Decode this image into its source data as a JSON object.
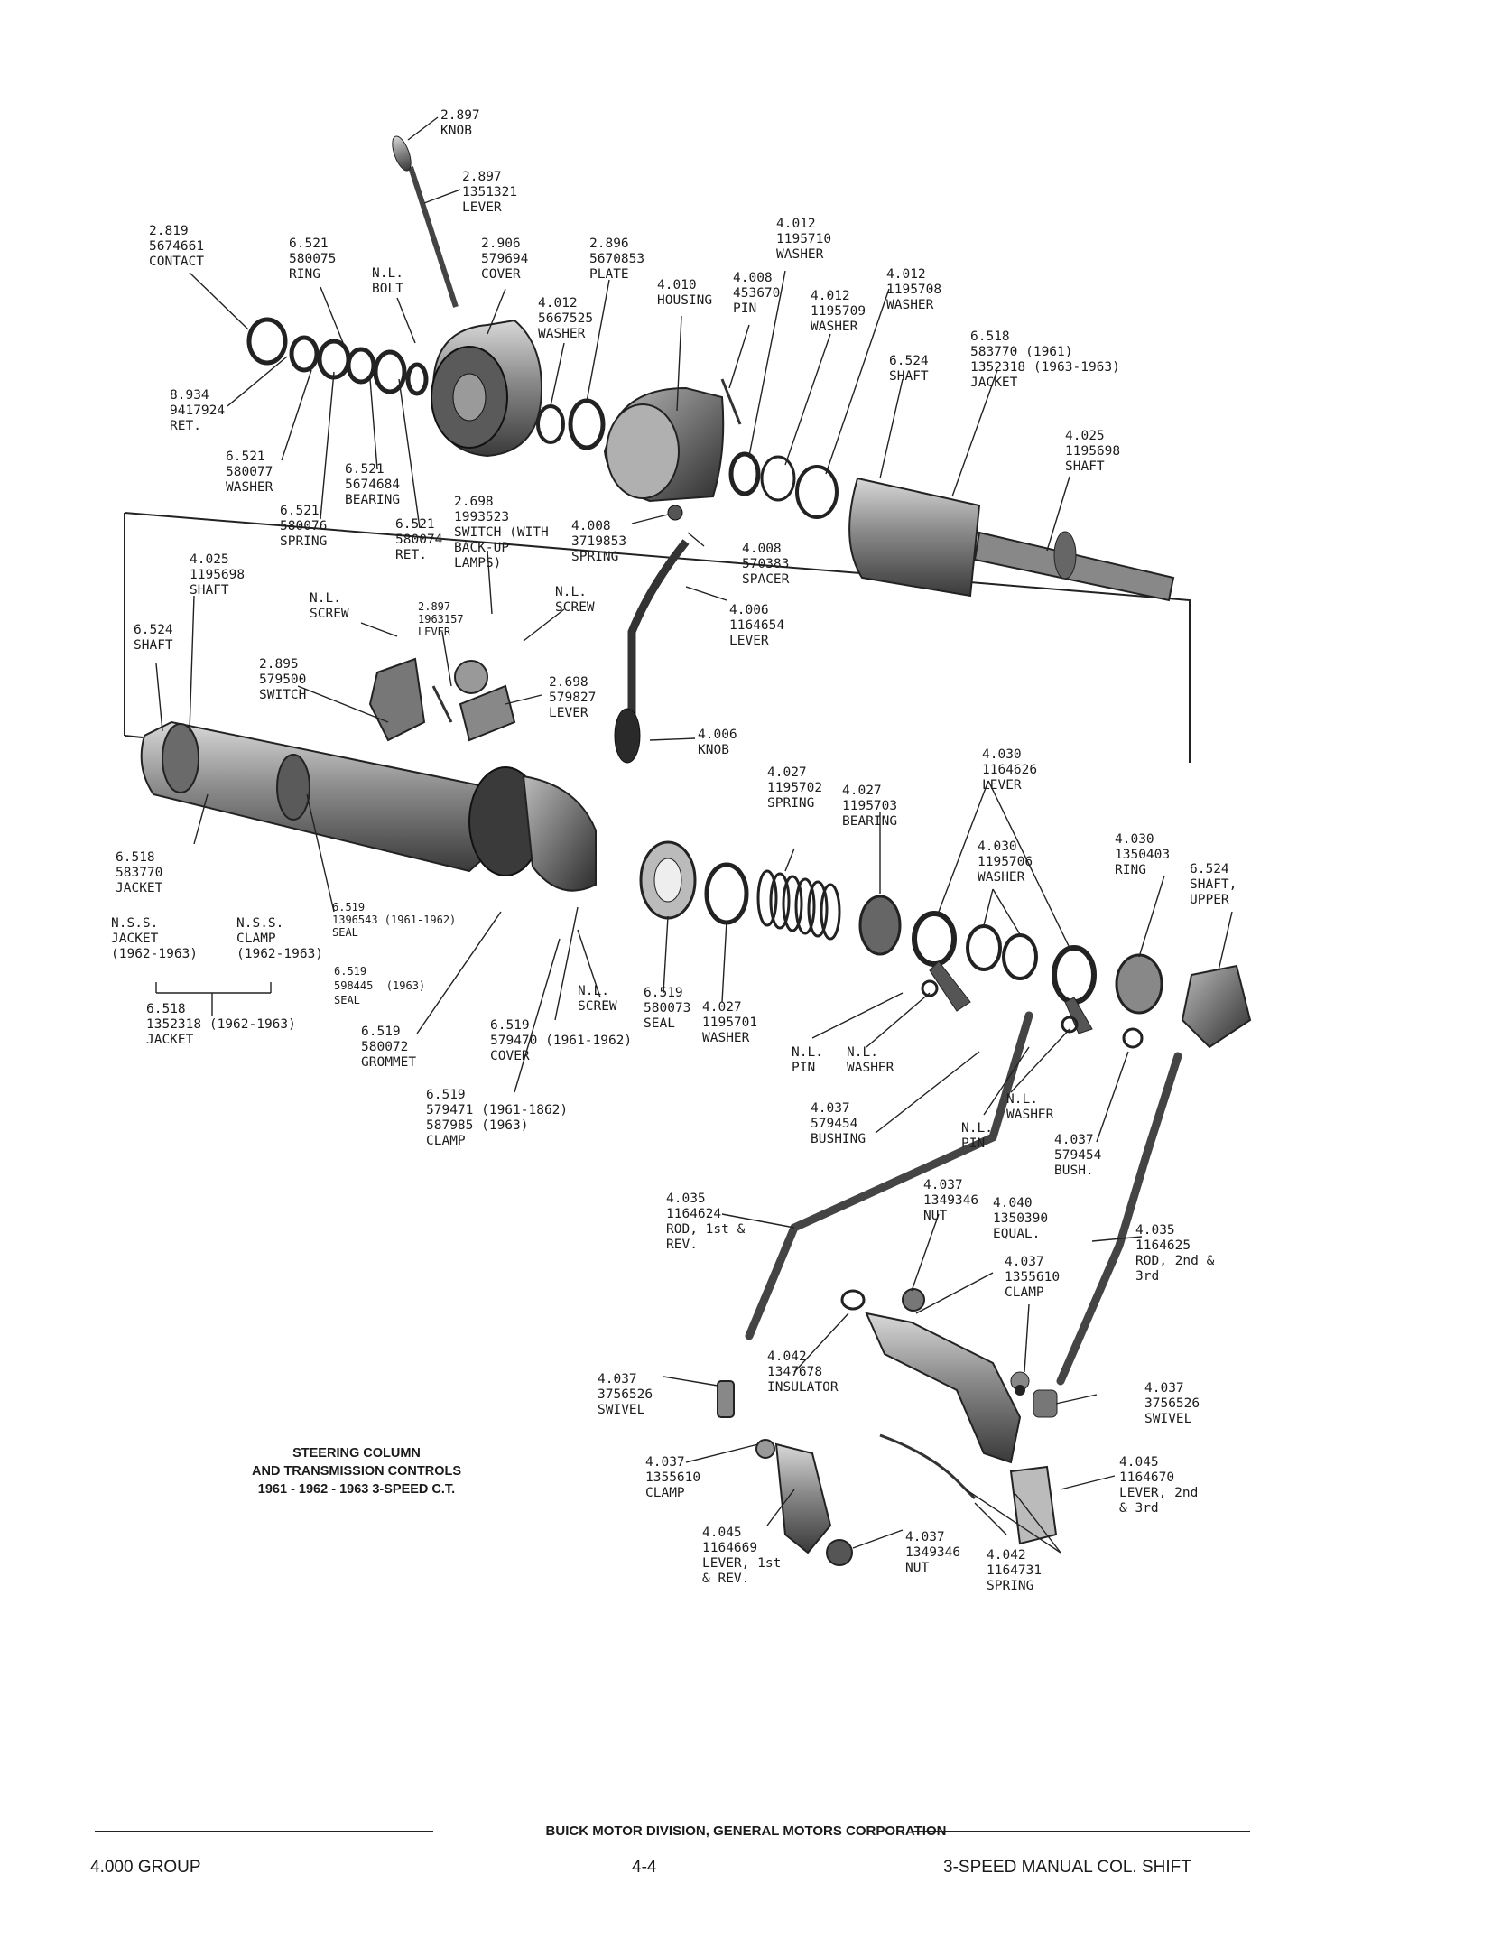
{
  "footer": {
    "division": "BUICK MOTOR DIVISION, GENERAL MOTORS CORPORATION",
    "group": "4.000 GROUP",
    "page": "4-4",
    "section": "3-SPEED MANUAL COL. SHIFT"
  },
  "caption": {
    "line1": "STEERING COLUMN",
    "line2": "AND TRANSMISSION CONTROLS",
    "line3": "1961 - 1962 - 1963 3-SPEED C.T."
  },
  "labels": [
    {
      "id": "knob-2897",
      "lines": [
        "2.897",
        "KNOB"
      ]
    },
    {
      "id": "lever-2897",
      "lines": [
        "2.897",
        "1351321",
        "LEVER"
      ]
    },
    {
      "id": "contact-2819",
      "lines": [
        "2.819",
        "5674661",
        "CONTACT"
      ]
    },
    {
      "id": "ring-6521",
      "lines": [
        "6.521",
        "580075",
        "RING"
      ]
    },
    {
      "id": "bolt-nl",
      "lines": [
        "N.L.",
        "BOLT"
      ]
    },
    {
      "id": "cover-2906",
      "lines": [
        "2.906",
        "579694",
        "COVER"
      ]
    },
    {
      "id": "plate-2896",
      "lines": [
        "2.896",
        "5670853",
        "PLATE"
      ]
    },
    {
      "id": "washer-4012a",
      "lines": [
        "4.012",
        "5667525",
        "WASHER"
      ]
    },
    {
      "id": "housing-4010",
      "lines": [
        "4.010",
        "HOUSING"
      ]
    },
    {
      "id": "pin-4008",
      "lines": [
        "4.008",
        "453670",
        "PIN"
      ]
    },
    {
      "id": "washer-4012b",
      "lines": [
        "4.012",
        "1195710",
        "WASHER"
      ]
    },
    {
      "id": "washer-4012c",
      "lines": [
        "4.012",
        "1195709",
        "WASHER"
      ]
    },
    {
      "id": "washer-4012d",
      "lines": [
        "4.012",
        "1195708",
        "WASHER"
      ]
    },
    {
      "id": "jacket-6518top",
      "lines": [
        "6.518",
        "583770 (1961)",
        "1352318 (1963-1963)",
        "JACKET"
      ]
    },
    {
      "id": "shaft-6524top",
      "lines": [
        "6.524",
        "SHAFT"
      ]
    },
    {
      "id": "shaft-4025top",
      "lines": [
        "4.025",
        "1195698",
        "SHAFT"
      ]
    },
    {
      "id": "ret-8934",
      "lines": [
        "8.934",
        "9417924",
        "RET."
      ]
    },
    {
      "id": "washer-6521",
      "lines": [
        "6.521",
        "580077",
        "WASHER"
      ]
    },
    {
      "id": "bearing-6521",
      "lines": [
        "6.521",
        "5674684",
        "BEARING"
      ]
    },
    {
      "id": "spring-6521",
      "lines": [
        "6.521",
        "580076",
        "SPRING"
      ]
    },
    {
      "id": "ret-6521",
      "lines": [
        "6.521",
        "580074",
        "RET."
      ]
    },
    {
      "id": "switch-2698",
      "lines": [
        "2.698",
        "1993523",
        "SWITCH (WITH",
        "BACK-UP",
        "LAMPS)"
      ]
    },
    {
      "id": "spring-4008",
      "lines": [
        "4.008",
        "3719853",
        "SPRING"
      ]
    },
    {
      "id": "spacer-4008",
      "lines": [
        "4.008",
        "570383",
        "SPACER"
      ]
    },
    {
      "id": "lever-4006",
      "lines": [
        "4.006",
        "1164654",
        "LEVER"
      ]
    },
    {
      "id": "shaft-4025mid",
      "lines": [
        "4.025",
        "1195698",
        "SHAFT"
      ]
    },
    {
      "id": "screw-nl-a",
      "lines": [
        "N.L.",
        "SCREW"
      ]
    },
    {
      "id": "lever-2897b",
      "lines": [
        "2.897",
        "1963157",
        "LEVER"
      ]
    },
    {
      "id": "screw-nl-b",
      "lines": [
        "N.L.",
        "SCREW"
      ]
    },
    {
      "id": "shaft-6524mid",
      "lines": [
        "6.524",
        "SHAFT"
      ]
    },
    {
      "id": "switch-2895",
      "lines": [
        "2.895",
        "579500",
        "SWITCH"
      ]
    },
    {
      "id": "lever-2698",
      "lines": [
        "2.698",
        "579827",
        "LEVER"
      ]
    },
    {
      "id": "knob-4006",
      "lines": [
        "4.006",
        "KNOB"
      ]
    },
    {
      "id": "spring-4027",
      "lines": [
        "4.027",
        "1195702",
        "SPRING"
      ]
    },
    {
      "id": "bearing-4027",
      "lines": [
        "4.027",
        "1195703",
        "BEARING"
      ]
    },
    {
      "id": "lever-4030",
      "lines": [
        "4.030",
        "1164626",
        "LEVER"
      ]
    },
    {
      "id": "washer-4030",
      "lines": [
        "4.030",
        "1195706",
        "WASHER"
      ]
    },
    {
      "id": "ring-4030",
      "lines": [
        "4.030",
        "1350403",
        "RING"
      ]
    },
    {
      "id": "shaft-6524upper",
      "lines": [
        "6.524",
        "SHAFT,",
        "UPPER"
      ]
    },
    {
      "id": "jacket-6518mid",
      "lines": [
        "6.518",
        "583770",
        "JACKET"
      ]
    },
    {
      "id": "nss-jacket",
      "lines": [
        "N.S.S.",
        "JACKET",
        "(1962-1963)"
      ]
    },
    {
      "id": "nss-clamp",
      "lines": [
        "N.S.S.",
        "CLAMP",
        "(1962-1963)"
      ]
    },
    {
      "id": "seal-6519a",
      "lines": [
        "6.519",
        "1396543 (1961-1962)",
        "SEAL"
      ]
    },
    {
      "id": "seal-6519b",
      "lines": [
        "6.519",
        "598445  (1963)",
        "SEAL"
      ]
    },
    {
      "id": "jacket-6518bot",
      "lines": [
        "6.518",
        "1352318 (1962-1963)",
        "JACKET"
      ]
    },
    {
      "id": "grommet-6519",
      "lines": [
        "6.519",
        "580072",
        "GROMMET"
      ]
    },
    {
      "id": "cover-6519",
      "lines": [
        "6.519",
        "579470 (1961-1962)",
        "COVER"
      ]
    },
    {
      "id": "clamp-6519",
      "lines": [
        "6.519",
        "579471 (1961-1862)",
        "587985 (1963)",
        "CLAMP"
      ]
    },
    {
      "id": "screw-nl-c",
      "lines": [
        "N.L.",
        "SCREW"
      ]
    },
    {
      "id": "seal-6519c",
      "lines": [
        "6.519",
        "580073",
        "SEAL"
      ]
    },
    {
      "id": "washer-4027",
      "lines": [
        "4.027",
        "1195701",
        "WASHER"
      ]
    },
    {
      "id": "pin-nl-a",
      "lines": [
        "N.L.",
        "PIN"
      ]
    },
    {
      "id": "washer-nl-a",
      "lines": [
        "N.L.",
        "WASHER"
      ]
    },
    {
      "id": "bushing-4037a",
      "lines": [
        "4.037",
        "579454",
        "BUSHING"
      ]
    },
    {
      "id": "washer-nl-b",
      "lines": [
        "N.L.",
        "WASHER"
      ]
    },
    {
      "id": "pin-nl-b",
      "lines": [
        "N.L.",
        "PIN"
      ]
    },
    {
      "id": "bush-4037b",
      "lines": [
        "4.037",
        "579454",
        "BUSH."
      ]
    },
    {
      "id": "rod-4035a",
      "lines": [
        "4.035",
        "1164624",
        "ROD, 1st &",
        "REV."
      ]
    },
    {
      "id": "nut-4037a",
      "lines": [
        "4.037",
        "1349346",
        "NUT"
      ]
    },
    {
      "id": "equal-4040",
      "lines": [
        "4.040",
        "1350390",
        "EQUAL."
      ]
    },
    {
      "id": "clamp-4037a",
      "lines": [
        "4.037",
        "1355610",
        "CLAMP"
      ]
    },
    {
      "id": "rod-4035b",
      "lines": [
        "4.035",
        "1164625",
        "ROD, 2nd &",
        "3rd"
      ]
    },
    {
      "id": "insulator-4042",
      "lines": [
        "4.042",
        "1347678",
        "INSULATOR"
      ]
    },
    {
      "id": "swivel-4037a",
      "lines": [
        "4.037",
        "3756526",
        "SWIVEL"
      ]
    },
    {
      "id": "swivel-4037b",
      "lines": [
        "4.037",
        "3756526",
        "SWIVEL"
      ]
    },
    {
      "id": "clamp-4037b",
      "lines": [
        "4.037",
        "1355610",
        "CLAMP"
      ]
    },
    {
      "id": "lever-4045a",
      "lines": [
        "4.045",
        "1164670",
        "LEVER, 2nd",
        "& 3rd"
      ]
    },
    {
      "id": "lever-4045b",
      "lines": [
        "4.045",
        "1164669",
        "LEVER, 1st",
        "& REV."
      ]
    },
    {
      "id": "nut-4037b",
      "lines": [
        "4.037",
        "1349346",
        "NUT"
      ]
    },
    {
      "id": "spring-4042",
      "lines": [
        "4.042",
        "1164731",
        "SPRING"
      ]
    }
  ]
}
